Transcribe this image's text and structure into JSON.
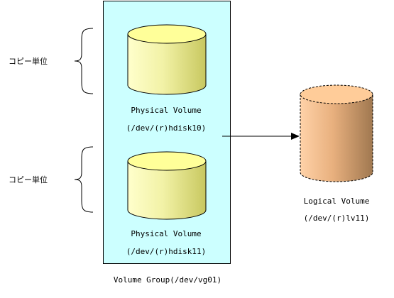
{
  "copy_unit_label": "コピー単位",
  "volume_group": {
    "label": "Volume Group(/dev/vg01)",
    "fill": "#ccffff"
  },
  "physical_volumes": [
    {
      "title": "Physical Volume",
      "device": "(/dev/(r)hdisk10)"
    },
    {
      "title": "Physical Volume",
      "device": "(/dev/(r)hdisk11)"
    }
  ],
  "logical_volume": {
    "title": "Logical Volume",
    "device": "(/dev/(r)lv11)"
  },
  "colors": {
    "pv_top": "#ffff99",
    "pv_body_light": "#ffffcc",
    "pv_body_dark": "#c8c860",
    "lv_top": "#ffcc99",
    "lv_body_light": "#ffd2a8",
    "lv_body_dark": "#a07850"
  }
}
